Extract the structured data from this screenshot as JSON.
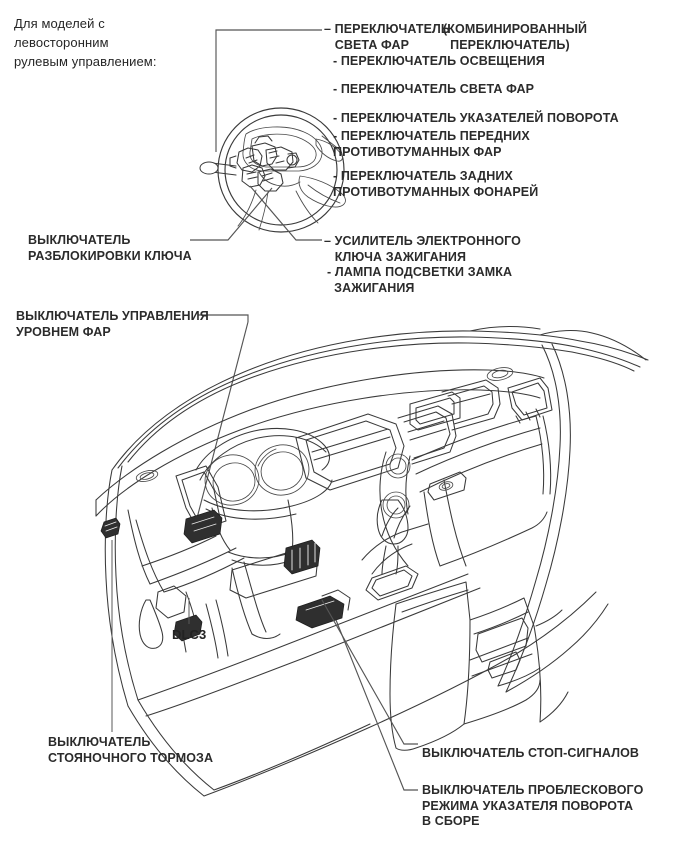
{
  "document": {
    "type": "automotive-service-diagram",
    "subject": "Interior switch locations — instrument panel and steering column",
    "ink_color": "#2b2b2b",
    "background_color": "#ffffff"
  },
  "note": {
    "lhd_models": "Для моделей с\nлевосторонним\nрулевым управлением:"
  },
  "callouts": {
    "headlight_switch": {
      "main": "– ПЕРЕКЛЮЧАТЕЛЬ\n   СВЕТА ФАР",
      "paren": "(КОМБИНИРОВАННЫЙ\n  ПЕРЕКЛЮЧАТЕЛЬ)",
      "sub_items": [
        "- ПЕРЕКЛЮЧАТЕЛЬ ОСВЕЩЕНИЯ",
        "- ПЕРЕКЛЮЧАТЕЛЬ СВЕТА ФАР",
        "- ПЕРЕКЛЮЧАТЕЛЬ УКАЗАТЕЛЕЙ ПОВОРОТА",
        "- ПЕРЕКЛЮЧАТЕЛЬ ПЕРЕДНИХ\nПРОТИВОТУМАННЫХ ФАР",
        "- ПЕРЕКЛЮЧАТЕЛЬ ЗАДНИХ\nПРОТИВОТУМАННЫХ ФОНАРЕЙ"
      ]
    },
    "key_unlock_switch": "ВЫКЛЮЧАТЕЛЬ\nРАЗБЛОКИРОВКИ КЛЮЧА",
    "ignition_amplifier": {
      "main": "– УСИЛИТЕЛЬ ЭЛЕКТРОННОГО\n   КЛЮЧА ЗАЖИГАНИЯ",
      "sub": "- ЛАМПА ПОДСВЕТКИ ЗАМКА\n  ЗАЖИГАНИЯ"
    },
    "headlight_leveling_switch": "ВЫКЛЮЧАТЕЛЬ УПРАВЛЕНИЯ\nУРОВНЕМ ФАР",
    "dlc3": "DLC3",
    "parking_brake_switch": "ВЫКЛЮЧАТЕЛЬ\nСТОЯНОЧНОГО ТОРМОЗА",
    "stop_lamp_switch": "ВЫКЛЮЧАТЕЛЬ СТОП-СИГНАЛОВ",
    "hazard_switch": "ВЫКЛЮЧАТЕЛЬ ПРОБЛЕСКОВОГО\nРЕЖИМА УКАЗАТЕЛЯ ПОВОРОТА\nВ СБОРЕ"
  }
}
